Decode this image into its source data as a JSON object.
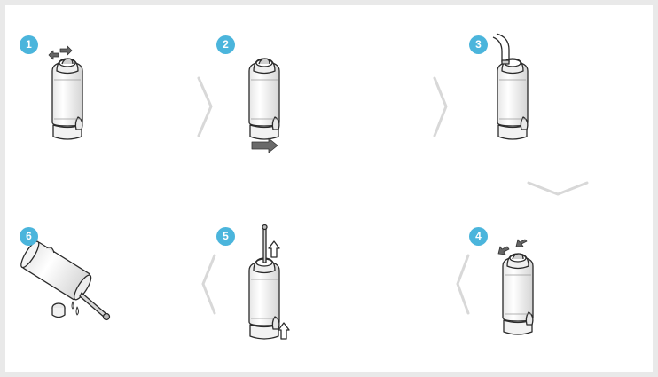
{
  "colors": {
    "badge": "#4bb5dc",
    "chevron": "#d8d8d8",
    "outline": "#2a2a2a",
    "arrow": "#555555",
    "background": "#ffffff",
    "frame": "#e9e9e9"
  },
  "steps": [
    {
      "number": "1",
      "icon": "water-filter-twist-cap-icon"
    },
    {
      "number": "2",
      "icon": "water-filter-slide-base-icon"
    },
    {
      "number": "3",
      "icon": "water-filter-hose-connected-icon"
    },
    {
      "number": "4",
      "icon": "water-filter-remove-cap-icon"
    },
    {
      "number": "5",
      "icon": "water-filter-lift-out-icon"
    },
    {
      "number": "6",
      "icon": "water-filter-drain-icon"
    }
  ]
}
